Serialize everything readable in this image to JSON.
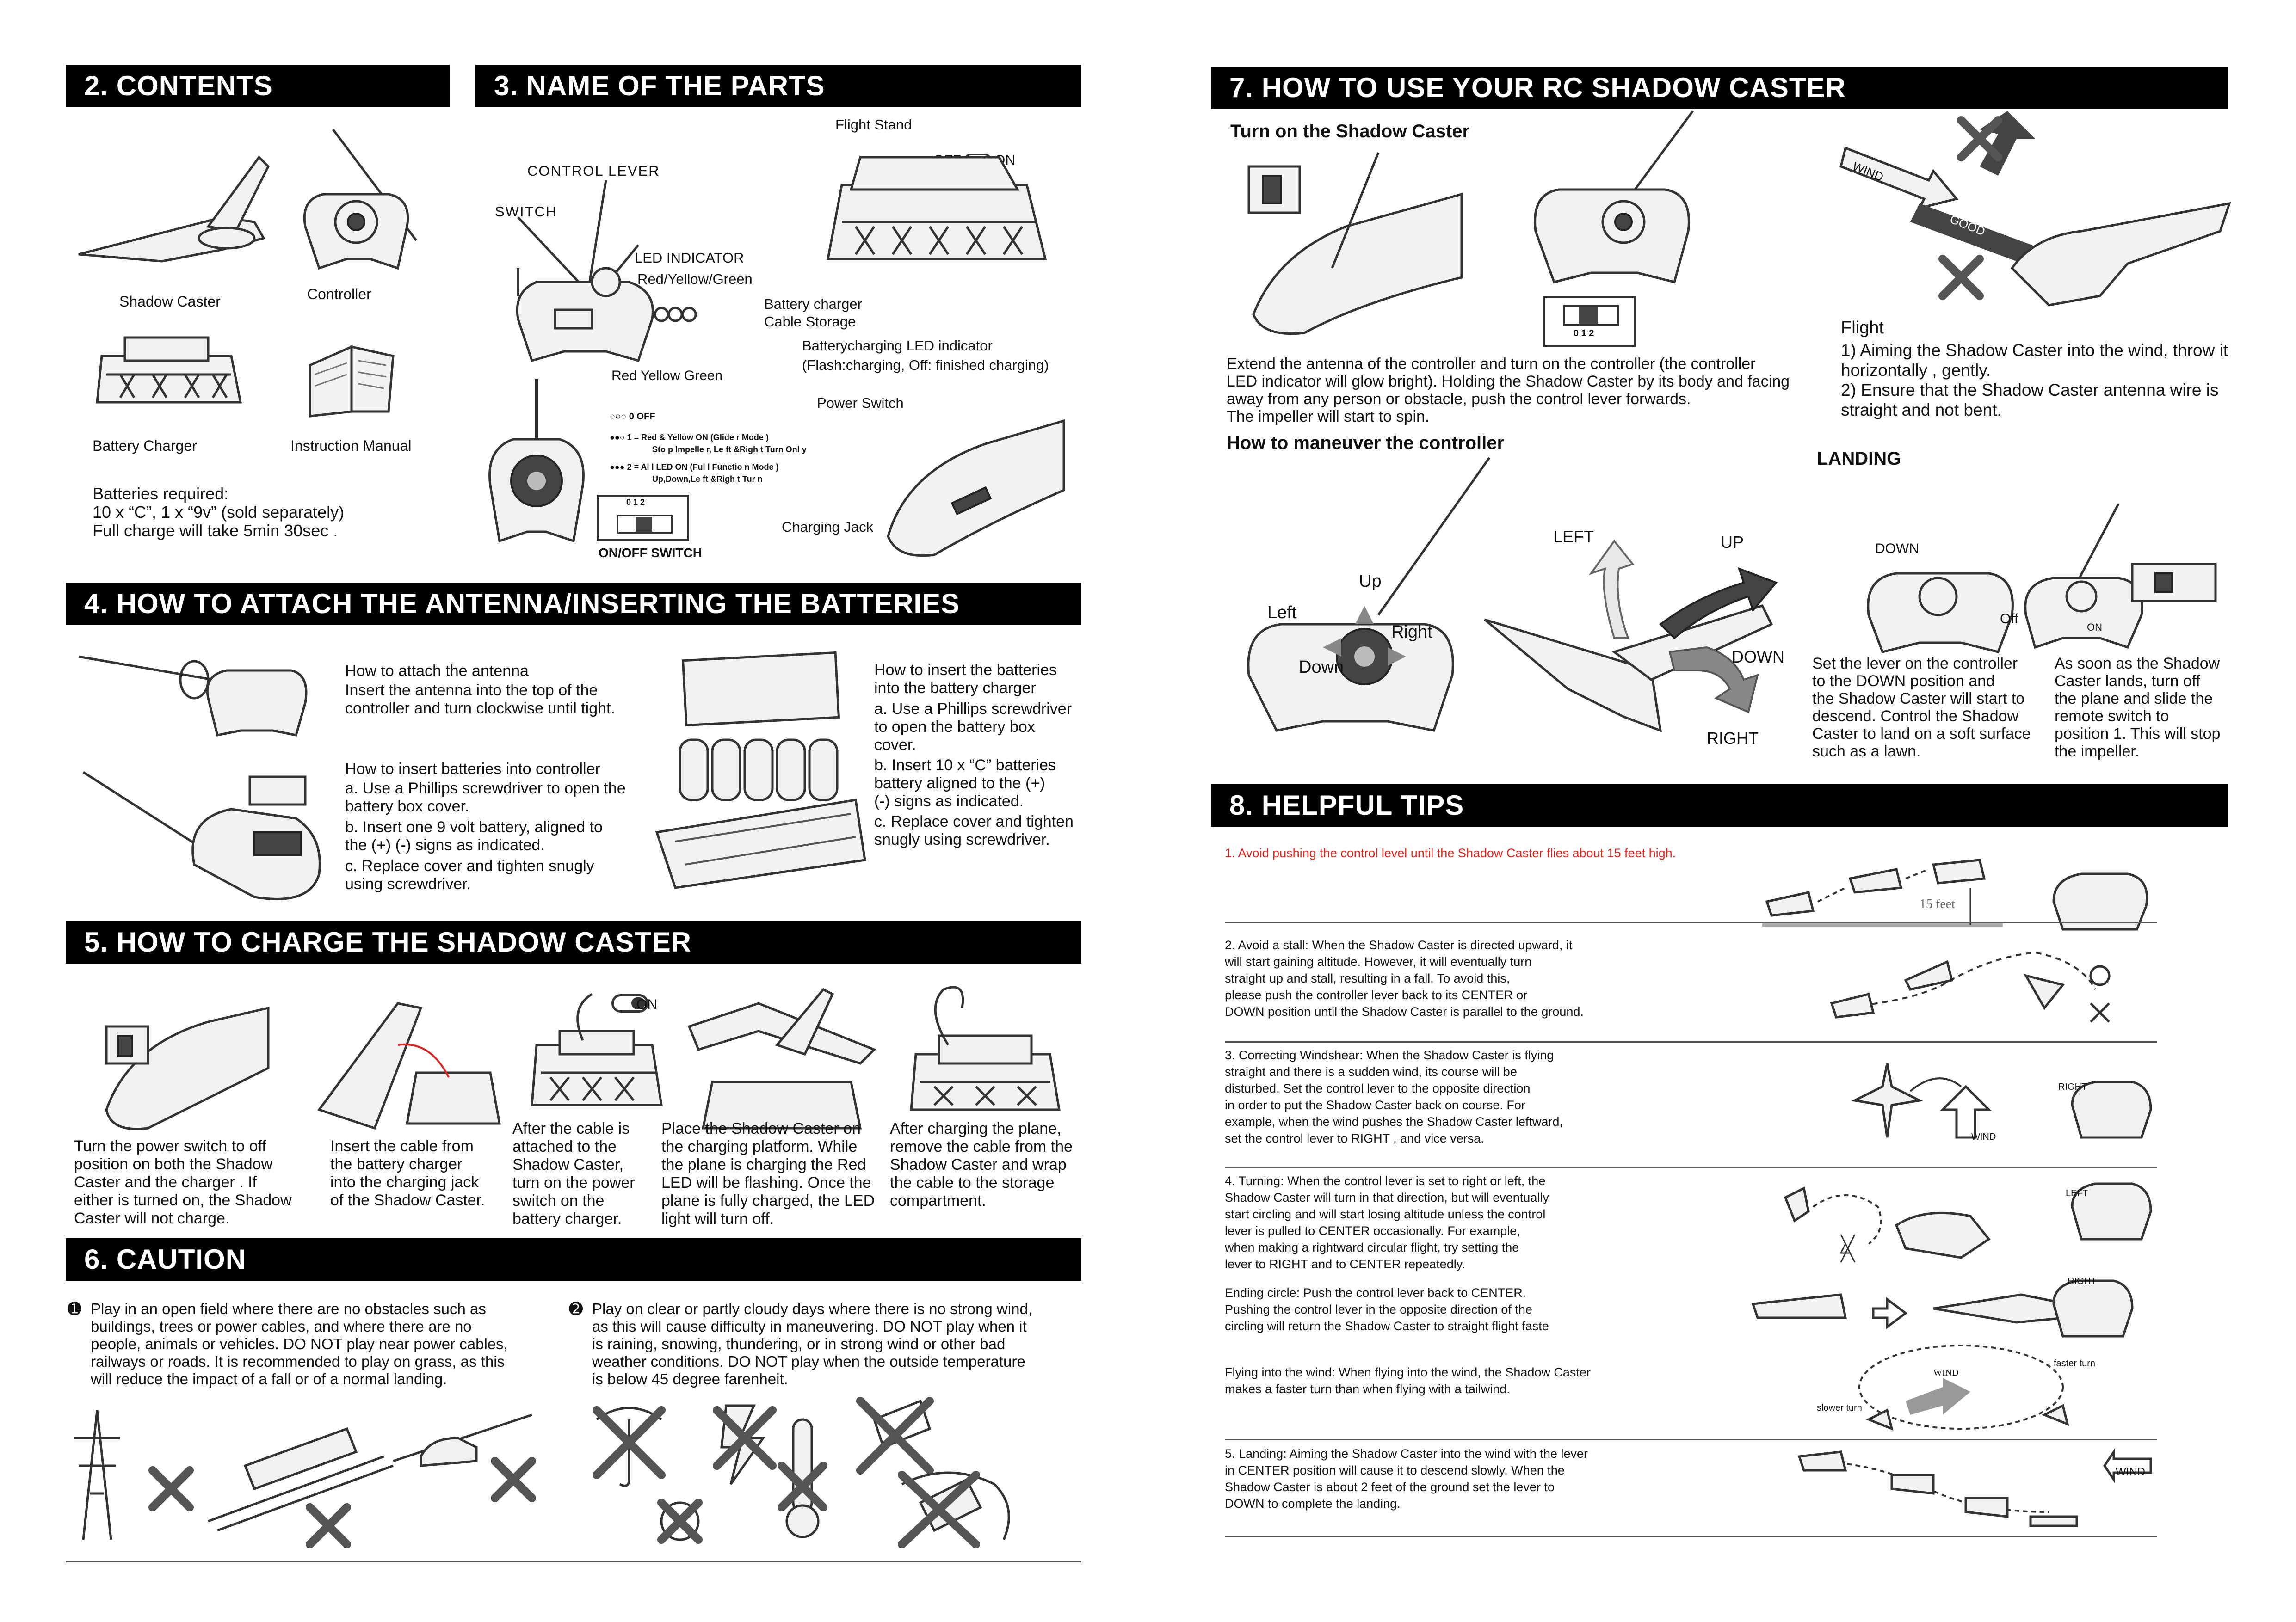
{
  "headers": {
    "contents": "2. CONTENTS",
    "parts": "3. NAME OF THE PARTS",
    "attach": "4. HOW TO ATTACH THE ANTENNA/INSERTING THE BATTERIES",
    "charge": "5. HOW TO CHARGE THE SHADOW CASTER",
    "caution": "6. CAUTION",
    "use": "7. HOW TO USE YOUR RC SHADOW CASTER",
    "tips": "8. HELPFUL TIPS"
  },
  "contents": {
    "items": [
      "Shadow Caster",
      "Controller",
      "Battery  Charger",
      "Instruction Manual"
    ],
    "batteries": "Batteries required:\n10 x “C”, 1 x “9v” (sold separately)\nFull charge will take 5min 30sec ."
  },
  "parts": {
    "control_lever": "CONTROL  LEVER",
    "switch": "SWITCH",
    "led_indicator": "LED INDICATOR",
    "led_colors": "Red/Yellow/Green",
    "flight_stand": "Flight Stand",
    "off": "OFF",
    "on": "ON",
    "battery_charger": "Battery charger",
    "cable_storage": "Cable Storage",
    "charging_led": "Batterycharging LED indicator",
    "charging_led_note": "(Flash:charging, Off: finished charging)",
    "ryg": "Red  Yellow  Green",
    "mode0": "0  OFF",
    "mode1": "1 = Red & Yellow ON (Glide r Mode )",
    "mode1b": "Sto p Impelle  r, Le ft &Righ t Turn Onl y",
    "mode2": "2 = Al l LED ON (Ful l Functio n Mode )",
    "mode2b": "Up,Down,Le  ft &Righ t Tur n",
    "switch_nums": "0  1  2",
    "onoff_switch": "ON/OFF SWITCH",
    "power_switch": "Power Switch",
    "charging_jack": "Charging Jack"
  },
  "attach": {
    "antenna_title": "How to attach the antenna",
    "antenna_body": "Insert the antenna into the top of the\ncontroller and turn clockwise until tight.",
    "ctrl_title": "How to insert batteries into controller",
    "ctrl_a": "a. Use a Phillips screwdriver to open the\n    battery box cover.",
    "ctrl_b": "b. Insert one 9 volt battery, aligned to\n    the (+) (-) signs as indicated.",
    "ctrl_c": "c. Replace cover and tighten snugly\n    using screwdriver.",
    "chg_title": "How to insert the batteries\ninto the battery charger",
    "chg_a": "a. Use a Phillips screwdriver\n    to open the battery box\n    cover.",
    "chg_b": "b. Insert 10 x “C” batteries\n    battery aligned to the (+)\n    (-) signs as indicated.",
    "chg_c": "c. Replace cover and tighten\n    snugly using screwdriver."
  },
  "charge": {
    "steps": [
      "Turn the power switch to off\nposition on both the Shadow\nCaster and the charger . If\neither is  turned on, the Shadow\nCaster  will not charge.",
      "Insert the cable from\nthe battery charger\ninto the charging jack\nof the Shadow Caster.",
      "After the cable is\nattached to the\nShadow Caster,\nturn on the power\nswitch on the\nbattery charger.",
      "Place the Shadow Caster on\nthe charging platform. While\nthe plane is charging the Red\nLED will be flashing. Once the\nplane is fully charged, the LED\nlight will turn off.",
      "After charging the plane,\nremove the cable from the\nShadow Caster and wrap\nthe cable to the storage\ncompartment."
    ],
    "on": "ON"
  },
  "caution": {
    "c1": "Play in an open field where there are no obstacles such as\nbuildings, trees or power cables, and where there are no\npeople, animals or vehicles. DO NOT play near power cables,\nrailways or roads. It is recommended to play on grass, as this\nwill reduce the impact of a fall or of a normal landing.",
    "c2": "Play on clear or partly cloudy days where there is no strong wind,\nas this will cause difficulty in maneuvering. DO NOT play when it\nis raining, snowing, thundering, or in strong wind or other bad\nweather conditions. DO NOT play when the outside temperature\nis below 45 degree farenheit.",
    "n1": "➊",
    "n2": "➋"
  },
  "use": {
    "turn_on_title": "Turn on the Shadow Caster",
    "turn_on_body": "Extend the antenna of the controller and turn on the controller (the controller\nLED indicator will glow bright). Holding the Shadow Caster by its body and facing\naway from any person or obstacle, push the control lever forwards.\nThe impeller will start to spin.",
    "switch_nums": "0  1  2",
    "wind": "WIND",
    "good": "GOOD",
    "flight_title": "Flight",
    "flight_1": "1) Aiming the Shadow Caster into the wind, throw it\n    horizontally , gently.",
    "flight_2": "2) Ensure that the Shadow Caster antenna wire is\n    straight and not bent.",
    "maneuver_title": "How to maneuver the controller",
    "up": "Up",
    "left": "Left",
    "right": "Right",
    "down": "Down",
    "LEFT": "LEFT",
    "UP": "UP",
    "DOWN": "DOWN",
    "RIGHT": "RIGHT",
    "landing_title": "LANDING",
    "landing_down": "DOWN",
    "off": "Off",
    "on": "ON",
    "landing_1": "Set the lever on the controller\nto the DOWN position and\nthe Shadow Caster will start to\ndescend. Control the Shadow\nCaster to land on a soft surface\nsuch as a lawn.",
    "landing_2": "As soon as the Shadow\nCaster lands, turn off\nthe plane and slide the\nremote switch to\nposition 1. This will stop\nthe impeller."
  },
  "tips": {
    "t1": "1. Avoid pushing the control level until the Shadow Caster flies about 15 feet high.",
    "t1_label": "15 feet",
    "t2": "2. Avoid a stall: When the Shadow Caster is directed upward, it\n    will start gaining altitude. However, it will eventually turn\n    straight up and stall, resulting in a fall. To avoid this,\n    please push the controller lever back to its CENTER  or\n    DOWN position until the Shadow Caster is parallel to the ground.",
    "t3": "3. Correcting Windshear: When the Shadow Caster is flying\n    straight and there is a sudden wind, its course will be\n    disturbed. Set the control lever to the opposite direction\n    in order to put the Shadow Caster back on course. For\n    example, when the wind pushes the Shadow Caster leftward,\n    set the control lever to RIGHT , and vice versa.",
    "t3_wind": "WIND",
    "t3_right": "RIGHT",
    "t4": "4. Turning: When the control lever is set to right or left, the\n    Shadow Caster will turn in that direction, but will eventually\n    start circling and will start losing altitude unless the control\n    lever is pulled to CENTER occasionally. For example,\n    when making a rightward circular flight, try setting the\n    lever to RIGHT and to CENTER repeatedly.",
    "t4_left": "LEFT",
    "t4_right": "RIGHT",
    "t4_end": "Ending circle: Push the control lever back to CENTER.\nPushing the control lever in the opposite direction of the\ncircling will return the Shadow Caster to straight flight faste",
    "t4_wind": "Flying into the wind: When flying into the wind, the Shadow Caster\nmakes a faster turn than when flying with a tailwind.",
    "faster": "faster turn",
    "slower": "slower turn",
    "wind_small": "WIND",
    "t5": "5. Landing:  Aiming the Shadow Caster into the wind with the lever\n    in CENTER position will cause it to descend slowly. When the\n    Shadow Caster is about 2 feet of the ground set the lever to\n    DOWN to complete the landing.",
    "t5_wind": "WIND"
  },
  "colors": {
    "tip_red": "#e32119",
    "header_bg": "#000000"
  }
}
